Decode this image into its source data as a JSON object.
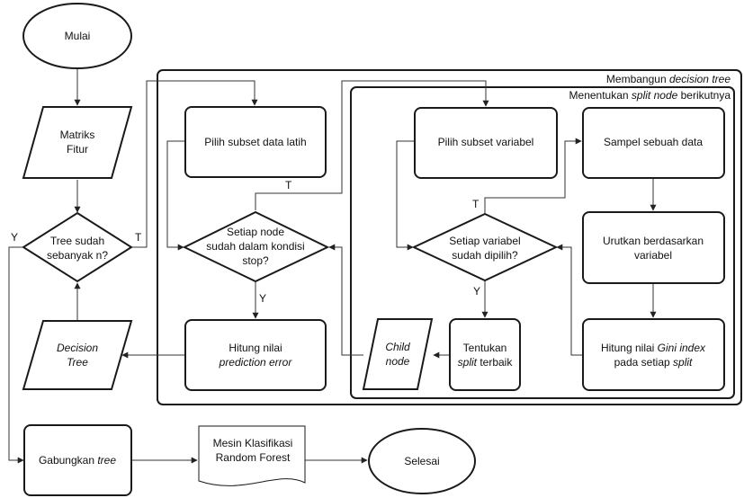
{
  "nodes": {
    "start": {
      "text": "Mulai"
    },
    "features": {
      "line1": "Matriks",
      "line2": "Fitur"
    },
    "tree_check": {
      "line1": "Tree sudah",
      "line2": "sebanyak n?"
    },
    "decision_tree": {
      "line1": "Decision",
      "line2": "Tree"
    },
    "combine": {
      "prefix": "Gabungkan ",
      "em": "tree"
    },
    "machine": {
      "line1": "Mesin Klasifikasi",
      "line2": "Random Forest"
    },
    "end": {
      "text": "Selesai"
    },
    "subset_data": {
      "text": "Pilih subset data latih"
    },
    "node_check": {
      "line1": "Setiap node",
      "line2": "sudah dalam kondisi",
      "line3": "stop?"
    },
    "pred_error": {
      "line1": "Hitung nilai",
      "line2": "prediction error"
    },
    "subset_var": {
      "text": "Pilih subset variabel"
    },
    "sample": {
      "text": "Sampel sebuah data"
    },
    "sort": {
      "line1": "Urutkan berdasarkan",
      "line2": "variabel"
    },
    "var_check": {
      "line1": "Setiap variabel",
      "line2": "sudah dipilih?"
    },
    "child_node": {
      "line1": "Child",
      "line2": "node"
    },
    "best_split": {
      "line1": "Tentukan",
      "line2_em": "split",
      "line2_rest": " terbaik"
    },
    "gini": {
      "l1_prefix": "Hitung nilai ",
      "l1_em": "Gini index",
      "l2_prefix": "pada setiap ",
      "l2_em": "split"
    }
  },
  "groups": {
    "outer": {
      "prefix": "Membangun ",
      "em": "decision tree"
    },
    "inner": {
      "prefix": "Menentukan ",
      "em": "split node",
      "suffix": " berikutnya"
    }
  },
  "edge_labels": {
    "tree_yes": "Y",
    "tree_no": "T",
    "node_no": "T",
    "node_yes": "Y",
    "var_no": "T",
    "var_yes": "Y"
  }
}
